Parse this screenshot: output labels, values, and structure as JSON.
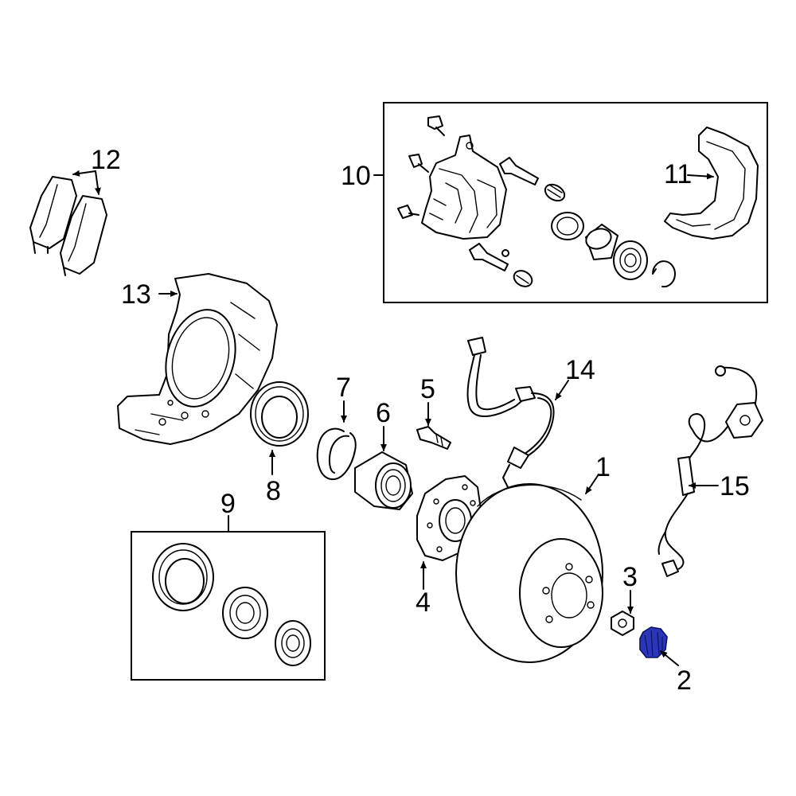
{
  "callouts": {
    "c1": "1",
    "c2": "2",
    "c3": "3",
    "c4": "4",
    "c5": "5",
    "c6": "6",
    "c7": "7",
    "c8": "8",
    "c9": "9",
    "c10": "10",
    "c11": "11",
    "c12": "12",
    "c13": "13",
    "c14": "14",
    "c15": "15"
  },
  "highlighted_part": "2",
  "colors": {
    "highlight_fill": "#2a35b8",
    "highlight_stroke": "#0b1266",
    "line": "#000000",
    "background": "#ffffff"
  }
}
